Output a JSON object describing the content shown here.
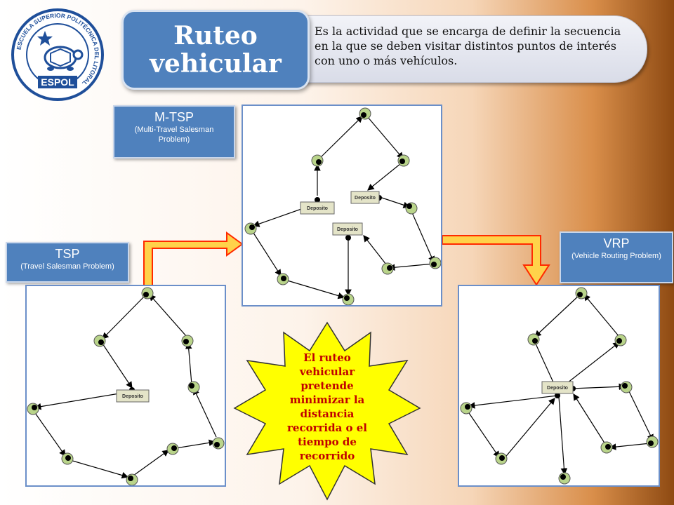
{
  "logo": {
    "ring_text": "ESCUELA SUPERIOR POLITÉCNICA DEL LITORAL",
    "name": "ESPOL",
    "icon": "turtle-icon"
  },
  "header": {
    "title_line1": "Ruteo",
    "title_line2": "vehicular",
    "description": "Es la actividad que se encarga de definir la secuencia en la que se deben visitar distintos puntos de interés con uno o más vehículos."
  },
  "labels": {
    "mtsp": {
      "title": "M-TSP",
      "subtitle": "(Multi-Travel Salesman Problem)"
    },
    "tsp": {
      "title": "TSP",
      "subtitle": "(Travel Salesman Problem)"
    },
    "vrp": {
      "title": "VRP",
      "subtitle": "(Vehicle Routing Problem)"
    }
  },
  "depot_label": "Deposito",
  "star_text": "El ruteo vehicular pretende minimizar la distancia recorrida o el tiempo de recorrido",
  "colors": {
    "title_bg": "#4f81bd",
    "node_fill": "#b9d48a",
    "star_fill": "#ffff00",
    "star_text": "#c00000",
    "arrow_fill": "#ffd24a",
    "arrow_stroke": "#ff2a00"
  }
}
